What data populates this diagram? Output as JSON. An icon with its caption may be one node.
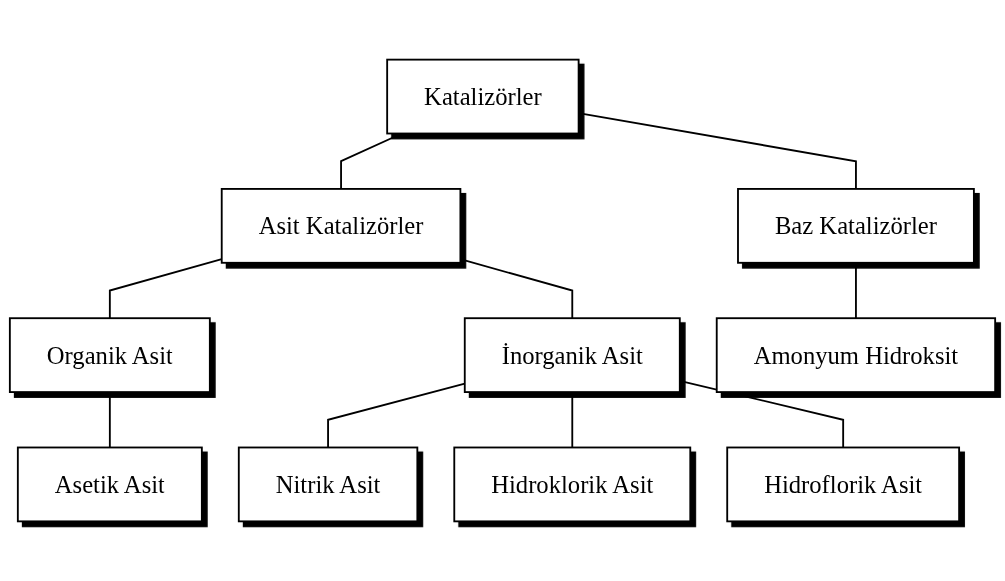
{
  "diagram": {
    "nodes": [
      {
        "text": [
          "Katalizörler"
        ]
      },
      {
        "text": [
          "Asit Katalizörler"
        ]
      },
      {
        "text": [
          "Baz Katalizörler"
        ]
      },
      {
        "text": [
          "Organik Asit"
        ]
      },
      {
        "text": [
          "İnorganik Asit"
        ]
      },
      {
        "text": [
          "Amonyum Hidroksit"
        ]
      },
      {
        "text": [
          "Asetik Asit"
        ]
      },
      {
        "text": [
          "Nitrik Asit"
        ]
      },
      {
        "text": [
          "Hidroklorik Asit"
        ]
      },
      {
        "text": [
          "Hidroflorik Asit"
        ]
      }
    ],
    "edges": [
      {
        "from": 0,
        "to": 1,
        "arrow": "none"
      },
      {
        "from": 0,
        "to": 2,
        "arrow": "none"
      },
      {
        "from": 1,
        "to": 3,
        "arrow": "none"
      },
      {
        "from": 1,
        "to": 4,
        "arrow": "none"
      },
      {
        "from": 2,
        "to": 5,
        "arrow": "none"
      },
      {
        "from": 3,
        "to": 6,
        "arrow": "none"
      },
      {
        "from": 4,
        "to": 7,
        "arrow": "none"
      },
      {
        "from": 4,
        "to": 8,
        "arrow": "none"
      },
      {
        "from": 4,
        "to": 9,
        "arrow": "none"
      }
    ]
  }
}
